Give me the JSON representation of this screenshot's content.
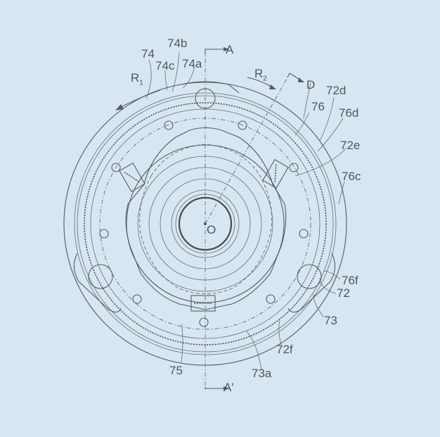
{
  "figure": {
    "type": "patent-drawing",
    "subject": "damper device plan view",
    "colors": {
      "background": "#d6e7f3",
      "line": "#5a5a5a",
      "text": "#555555"
    },
    "center_label": "O",
    "section_marks": {
      "top": "A",
      "bottom": "A'",
      "diagonal": "D"
    },
    "rotation_labels": {
      "r1": "R",
      "r1_sub": "1",
      "r2": "R",
      "r2_sub": "2"
    },
    "reference_numerals": [
      {
        "id": "74",
        "text": "74"
      },
      {
        "id": "74b",
        "text": "74b"
      },
      {
        "id": "74c",
        "text": "74c"
      },
      {
        "id": "74a",
        "text": "74a"
      },
      {
        "id": "72d",
        "text": "72d"
      },
      {
        "id": "76",
        "text": "76"
      },
      {
        "id": "76d",
        "text": "76d"
      },
      {
        "id": "72e",
        "text": "72e"
      },
      {
        "id": "76c",
        "text": "76c"
      },
      {
        "id": "76f",
        "text": "76f"
      },
      {
        "id": "72",
        "text": "72"
      },
      {
        "id": "73",
        "text": "73"
      },
      {
        "id": "72f",
        "text": "72f"
      },
      {
        "id": "75",
        "text": "75"
      },
      {
        "id": "73a",
        "text": "73a"
      }
    ]
  }
}
